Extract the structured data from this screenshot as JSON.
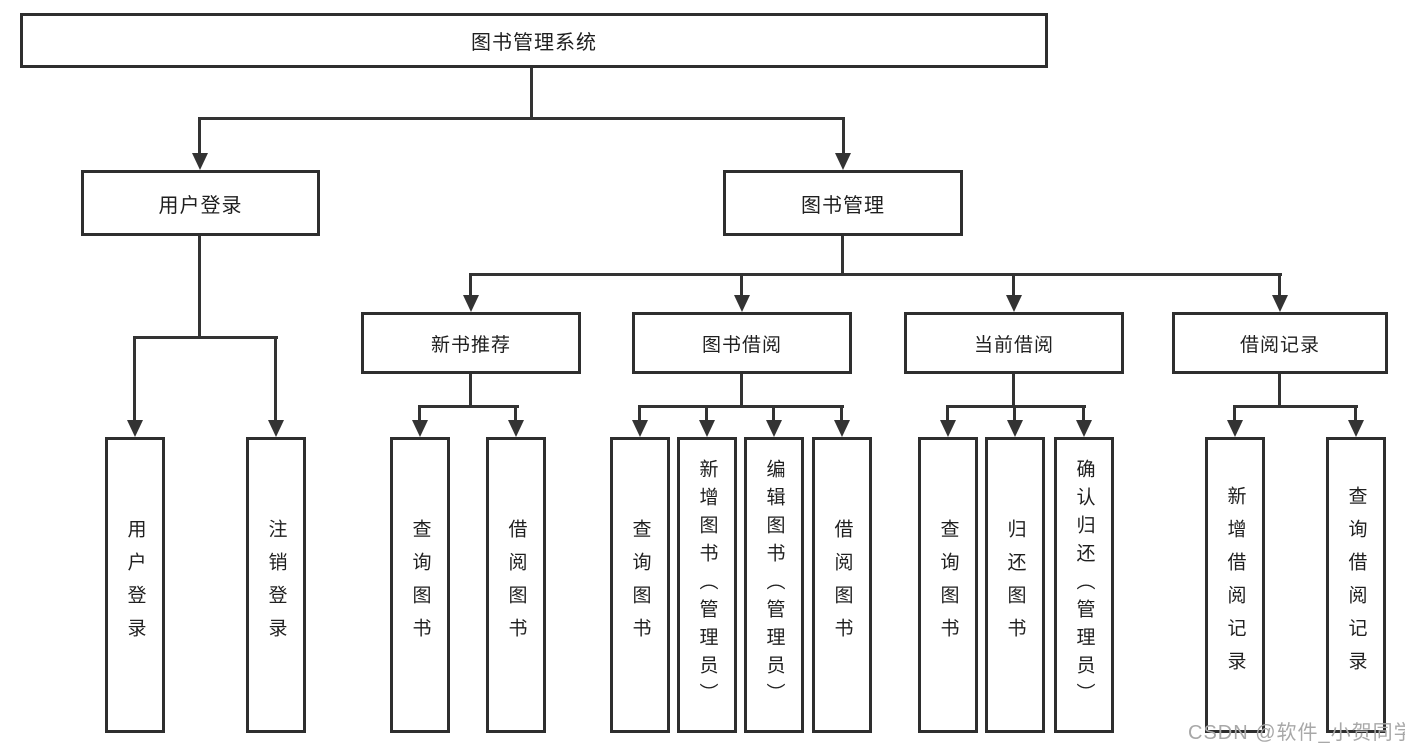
{
  "diagram": {
    "root": "图书管理系统",
    "watermark": "CSDN @软件_小贺同学",
    "colors": {
      "line": "#333333",
      "box_border": "#2e2e2e",
      "text": "#1f1f1f",
      "watermark_text": "#a8a8a8",
      "background": "#ffffff"
    },
    "branches": {
      "user_login": {
        "label": "用户登录",
        "children": [
          "用户登录",
          "注销登录"
        ]
      },
      "book_management": {
        "label": "图书管理",
        "groups": [
          {
            "label": "新书推荐",
            "children": [
              "查询图书",
              "借阅图书"
            ]
          },
          {
            "label": "图书借阅",
            "children": [
              "查询图书",
              "新增图书（管理员）",
              "编辑图书（管理员）",
              "借阅图书"
            ]
          },
          {
            "label": "当前借阅",
            "children": [
              "查询图书",
              "归还图书",
              "确认归还（管理员）"
            ]
          },
          {
            "label": "借阅记录",
            "children": [
              "新增借阅记录",
              "查询借阅记录"
            ]
          }
        ]
      }
    }
  }
}
